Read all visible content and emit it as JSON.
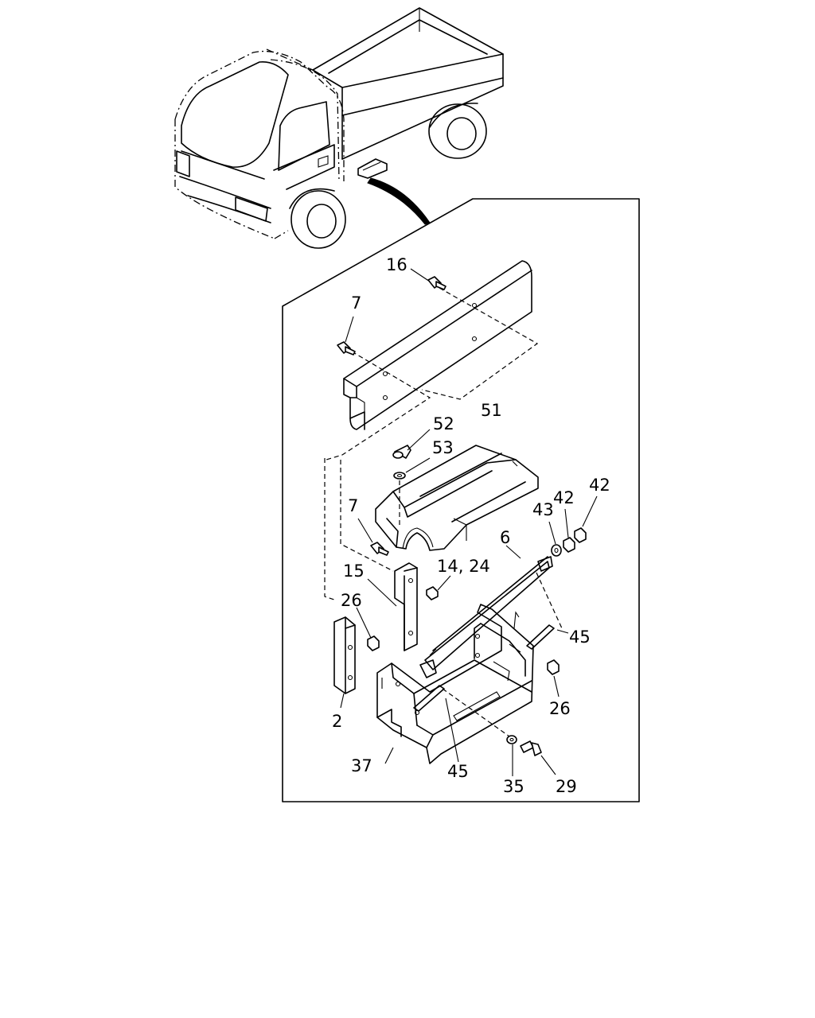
{
  "callouts": [
    {
      "text": "16"
    },
    {
      "text": "7"
    },
    {
      "text": "52"
    },
    {
      "text": "51"
    },
    {
      "text": "53"
    },
    {
      "text": "42"
    },
    {
      "text": "7"
    },
    {
      "text": "43"
    },
    {
      "text": "42"
    },
    {
      "text": "6"
    },
    {
      "text": "15"
    },
    {
      "text": "14, 24"
    },
    {
      "text": "26"
    },
    {
      "text": "45"
    },
    {
      "text": "26"
    },
    {
      "text": "2"
    },
    {
      "text": "37"
    },
    {
      "text": "45"
    },
    {
      "text": "35"
    },
    {
      "text": "29"
    }
  ]
}
